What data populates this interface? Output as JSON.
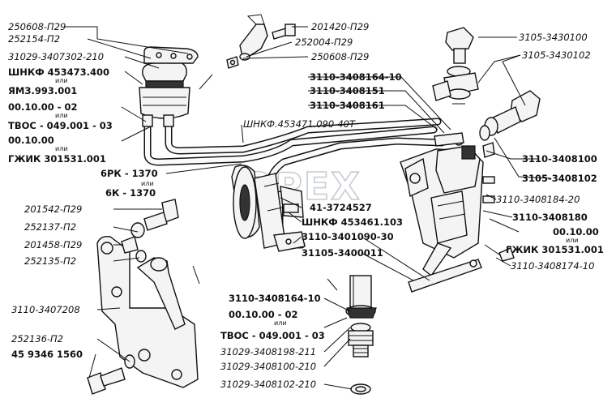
{
  "watermark": "OPEX",
  "labels": {
    "l_250608_p29_a": "250608-П29",
    "l_252154_p2": "252154-П2",
    "l_31029_3407302_210": "31029-3407302-210",
    "l_shnkf_453473_400": "ШНКФ 453473.400",
    "l_ili_1": "или",
    "l_yamz_993_001": "ЯМЗ.993.001",
    "l_00_10_00_02_a": "00.10.00 - 02",
    "l_ili_2": "или",
    "l_tvos_049_001_03_a": "ТВОС - 049.001 - 03",
    "l_00_10_00_a": "00.10.00",
    "l_ili_3": "или",
    "l_gzhik_301531_001_a": "ГЖИК 301531.001",
    "l_6rk_1370": "6РК - 1370",
    "l_ili_4": "или",
    "l_6k_1370": "6К - 1370",
    "l_201420_p29": "201420-П29",
    "l_252004_p29": "252004-П29",
    "l_250608_p29_b": "250608-П29",
    "l_3105_3430100": "3105-3430100",
    "l_3105_3430102": "3105-3430102",
    "l_3110_3408164_10_a": "3110-3408164-10",
    "l_3110_3408151": "3110-3408151",
    "l_3110_3408161": "3110-3408161",
    "l_shnkf_453471_090_40t": "ШНКФ.453471.090-40Т",
    "l_3110_3408100": "3110-3408100",
    "l_3105_3408102": "3105-3408102",
    "l_201542_p29": "201542-П29",
    "l_252137_p2": "252137-П2",
    "l_201458_p29": "201458-П29",
    "l_252135_p2": "252135-П2",
    "l_41_3724527": "41-3724527",
    "l_shnkf_453461_103": "ШНКФ 453461.103",
    "l_3110_3401090_30": "3110-3401090-30",
    "l_31105_3400011": "31105-3400011",
    "l_3110_3408184_20": "3110-3408184-20",
    "l_3110_3408180": "3110-3408180",
    "l_00_10_00_b": "00.10.00",
    "l_ili_5": "или",
    "l_gzhik_301531_001_b": "ГЖИК 301531.001",
    "l_3110_3408174_10": "3110-3408174-10",
    "l_3110_3407208": "3110-3407208",
    "l_3110_3408164_10_b": "3110-3408164-10",
    "l_00_10_00_02_b": "00.10.00 - 02",
    "l_ili_6": "или",
    "l_tvos_049_001_03_b": "ТВОС - 049.001 - 03",
    "l_31029_3408198_211": "31029-3408198-211",
    "l_31029_3408100_210": "31029-3408100-210",
    "l_31029_3408102_210": "31029-3408102-210",
    "l_252136_p2": "252136-П2",
    "l_45_9346_1560": "45 9346 1560"
  },
  "colors": {
    "ink": "#111111",
    "watermark": "#b8c0c8",
    "background": "#ffffff"
  }
}
